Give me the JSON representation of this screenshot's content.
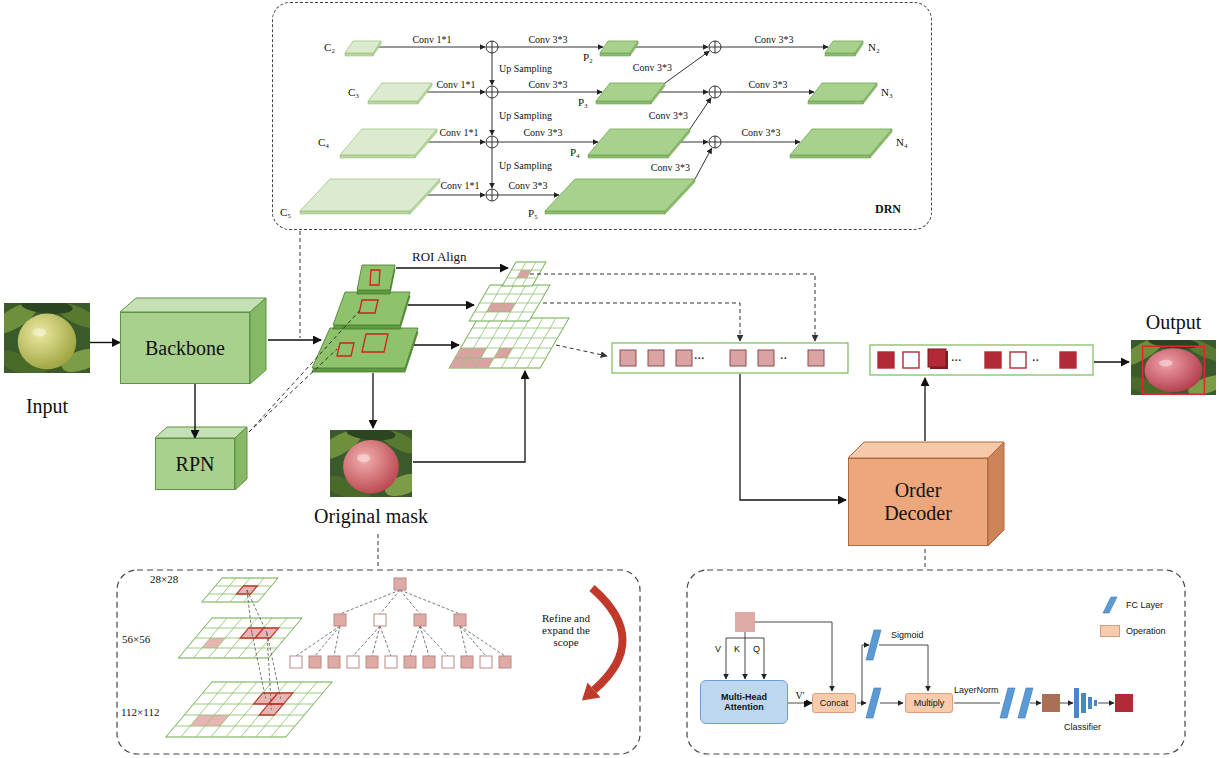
{
  "diagram": {
    "nodes": [
      {
        "text": [
          "DRN"
        ]
      },
      {
        "text": [
          "Input"
        ]
      },
      {
        "text": [
          "Backbone"
        ]
      },
      {
        "text": [
          "RPN"
        ]
      },
      {
        "text": [
          "Original mask"
        ]
      },
      {
        "text": [
          "Order Decoder"
        ]
      },
      {
        "text": [
          "Output"
        ]
      },
      {
        "text": [
          "Multi-Head Attention"
        ]
      },
      {
        "text": [
          "Concat"
        ]
      },
      {
        "text": [
          "Multiply"
        ]
      }
    ],
    "edges": [
      {
        "from": 1,
        "to": 2,
        "arrow": "to"
      },
      {
        "from": 2,
        "to": 3,
        "arrow": "to"
      },
      {
        "from": 7,
        "to": 8,
        "label": "V'",
        "arrow": "to"
      }
    ],
    "labels": [
      "C₂",
      "Conv 1*1",
      "Conv 3*3",
      "P₂",
      "Conv 3*3",
      "N₂",
      "Up Sampling",
      "Conv 3*3",
      "C₃",
      "Conv 1*1",
      "Conv 3*3",
      "P₃",
      "Conv 3*3",
      "N₃",
      "Up Sampling",
      "Conv 3*3",
      "C₄",
      "Conv 1*1",
      "Conv 3*3",
      "P₄",
      "Conv 3*3",
      "N₄",
      "Up Sampling",
      "Conv 3*3",
      "C₅",
      "Conv 1*1",
      "Conv 3*3",
      "P₅",
      "ROI Align",
      "...",
      "..",
      "...",
      "..",
      "28×28",
      "56×56",
      "112×112",
      "Refine and expand the scope",
      "V",
      "K",
      "Q",
      "Sigmoid",
      "LayerNorm",
      "Classifier"
    ],
    "legend": [
      {
        "text": "FC Layer"
      },
      {
        "text": "Operation",
        "color": "#f8cbad"
      }
    ]
  }
}
